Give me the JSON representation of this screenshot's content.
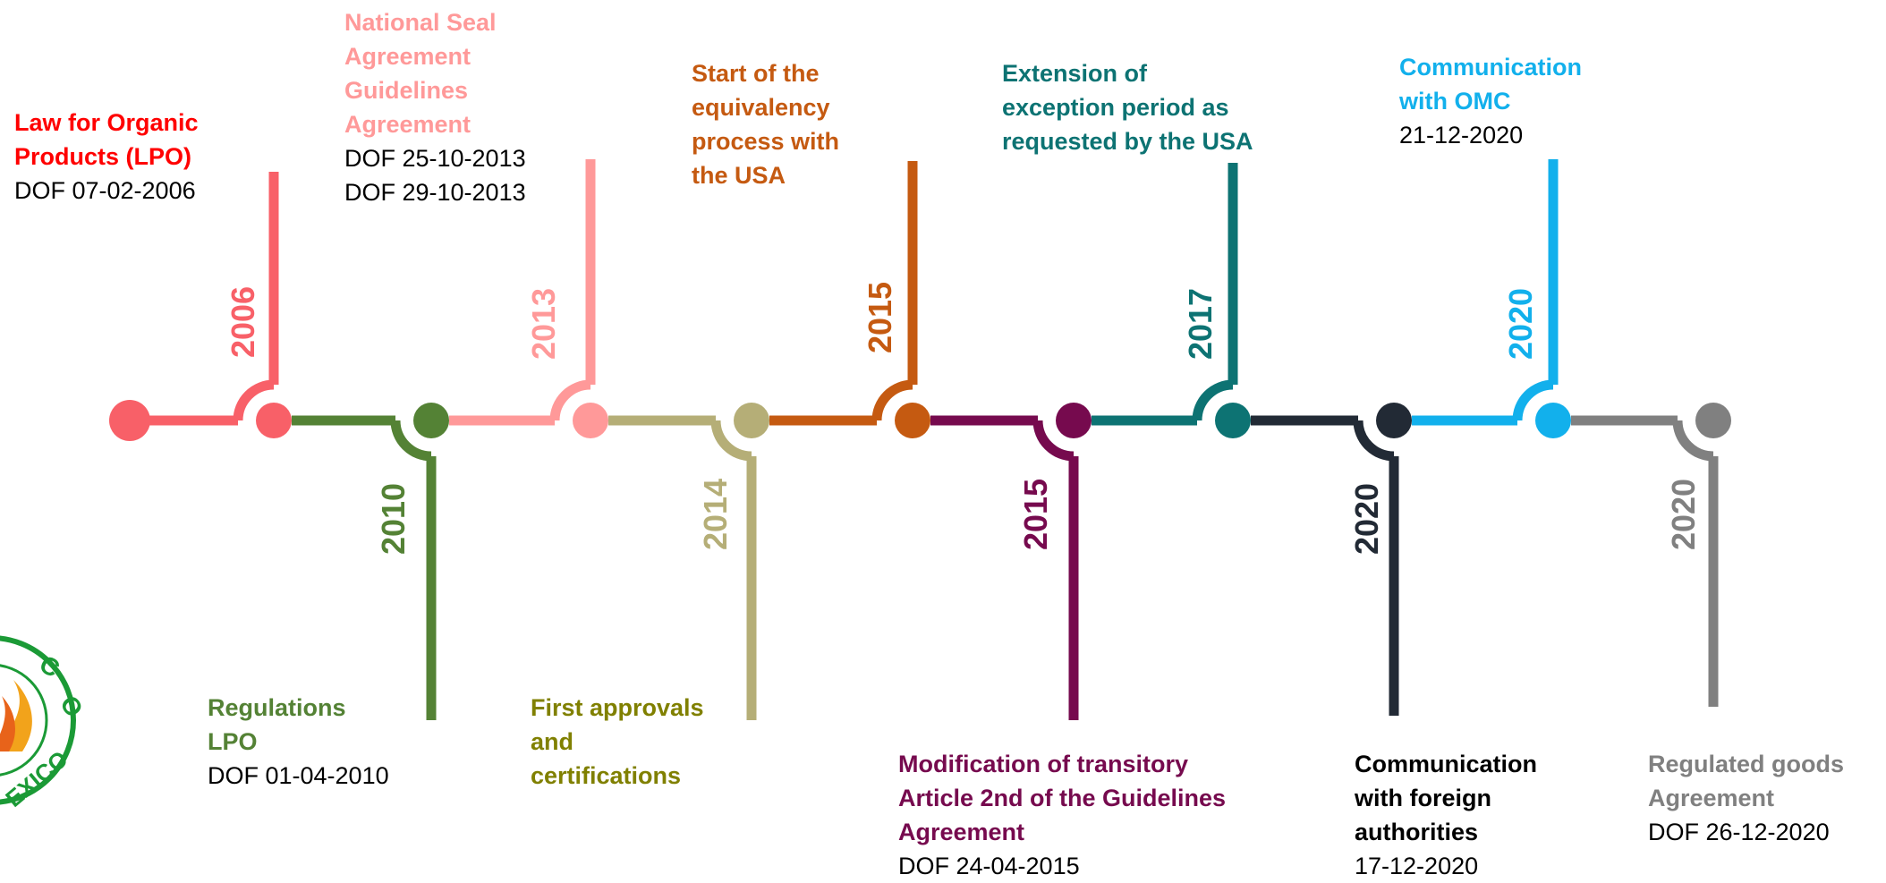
{
  "colors": {
    "c2006": "#F86068",
    "c2010": "#548235",
    "c2013": "#FF9999",
    "c2014": "#B5AE77",
    "c2015a": "#C55A11",
    "c2015b": "#760A4E",
    "c2017": "#0D7373",
    "c2020a": "#222A35",
    "c2020b": "#12B0EC",
    "c2020c": "#808080",
    "seal": "#1B9A36"
  },
  "events": [
    {
      "id": "e2006",
      "year": "2006",
      "color": "#F86068",
      "title_color": "#FF0000",
      "title": [
        "Law for Organic",
        "Products (LPO)"
      ],
      "date": [
        "DOF 07-02-2006"
      ]
    },
    {
      "id": "e2010",
      "year": "2010",
      "color": "#548235",
      "title_color": "#548235",
      "title": [
        "Regulations",
        "LPO"
      ],
      "date": [
        "DOF 01-04-2010"
      ]
    },
    {
      "id": "e2013",
      "year": "2013",
      "color": "#FF9999",
      "title_color": "#FF9999",
      "title": [
        "National Seal",
        "Agreement",
        "Guidelines",
        "Agreement"
      ],
      "date": [
        "DOF 25-10-2013",
        "DOF 29-10-2013"
      ]
    },
    {
      "id": "e2014",
      "year": "2014",
      "color": "#B5AE77",
      "title_color": "#808000",
      "title": [
        "First approvals",
        "and",
        "certifications"
      ],
      "date": []
    },
    {
      "id": "e2015a",
      "year": "2015",
      "color": "#C55A11",
      "title_color": "#C55A11",
      "title": [
        "Start of the",
        "equivalency",
        "process with",
        "the USA"
      ],
      "date": []
    },
    {
      "id": "e2015b",
      "year": "2015",
      "color": "#760A4E",
      "title_color": "#760A4E",
      "title": [
        "Modification of transitory",
        "Article 2nd of the Guidelines",
        "Agreement"
      ],
      "date": [
        "DOF 24-04-2015"
      ]
    },
    {
      "id": "e2017",
      "year": "2017",
      "color": "#0D7373",
      "title_color": "#0D7373",
      "title": [
        "Extension of",
        "exception period  as",
        "requested by the USA"
      ],
      "date": []
    },
    {
      "id": "e2020a",
      "year": "2020",
      "color": "#222A35",
      "title_color": "#000000",
      "title": [
        "Communication",
        "with foreign",
        "authorities"
      ],
      "date": [
        "17-12-2020"
      ]
    },
    {
      "id": "e2020b",
      "year": "2020",
      "color": "#12B0EC",
      "title_color": "#12B0EC",
      "title": [
        "Communication",
        "with OMC"
      ],
      "date": [
        "21-12-2020"
      ]
    },
    {
      "id": "e2020c",
      "year": "2020",
      "color": "#808080",
      "title_color": "#808080",
      "title": [
        "Regulated goods",
        "Agreement"
      ],
      "date": [
        "DOF 26-12-2020"
      ]
    }
  ],
  "seal_text": "MEXICO"
}
